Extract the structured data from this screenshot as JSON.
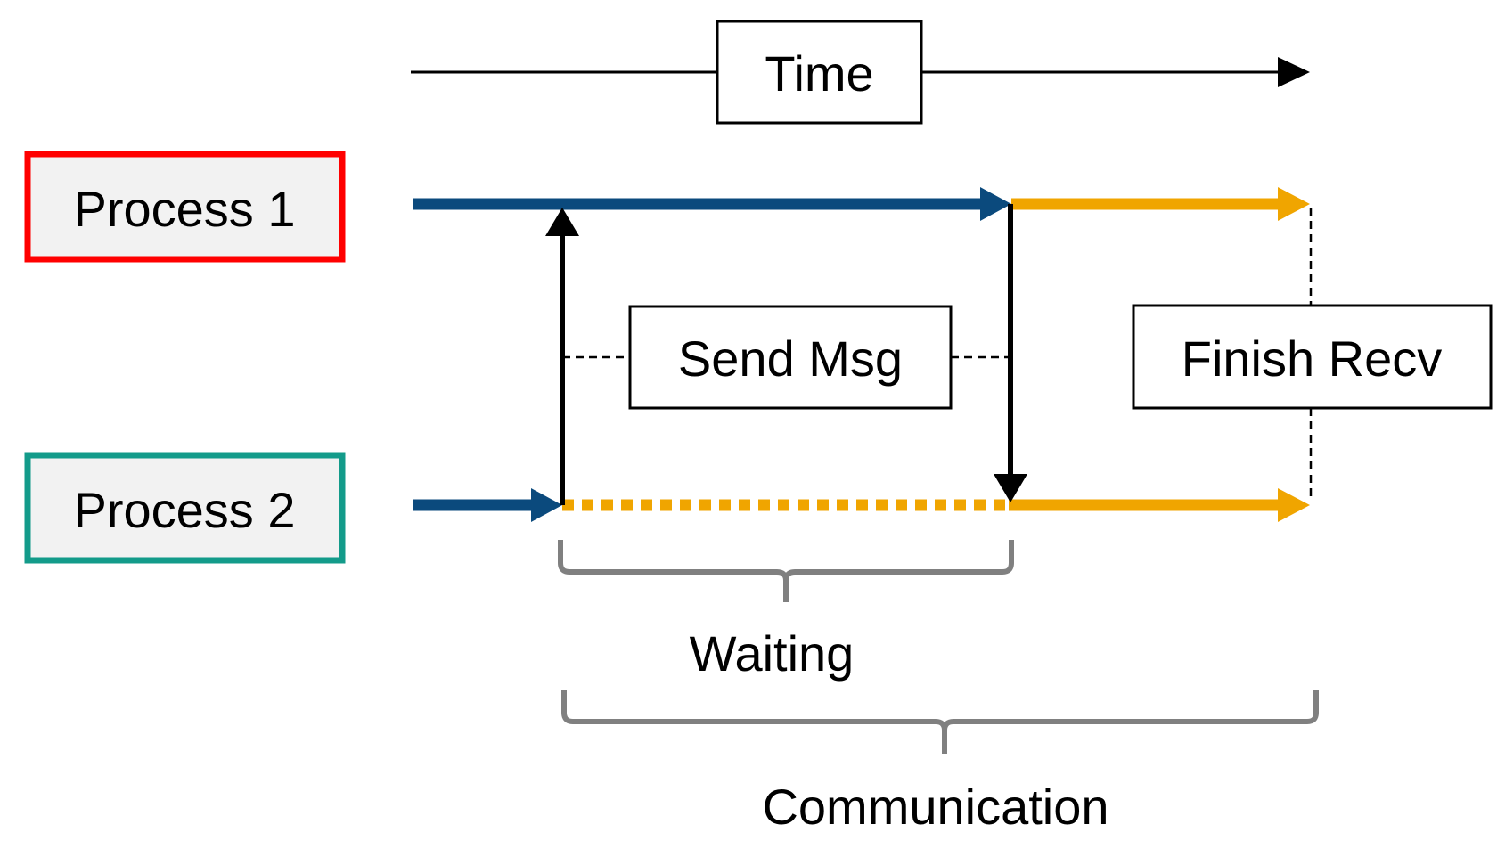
{
  "time_label": "Time",
  "processes": [
    {
      "label": "Process 1",
      "border_color": "#ff0000"
    },
    {
      "label": "Process 2",
      "border_color": "#139b8a"
    }
  ],
  "send_label": "Send Msg",
  "finish_label": "Finish Recv",
  "waiting_label": "Waiting",
  "communication_label": "Communication",
  "colors": {
    "compute": "#0b4a7d",
    "communication": "#f0a500",
    "brace": "#808080",
    "box_fill": "#f2f2f2",
    "arrow": "#000000"
  }
}
